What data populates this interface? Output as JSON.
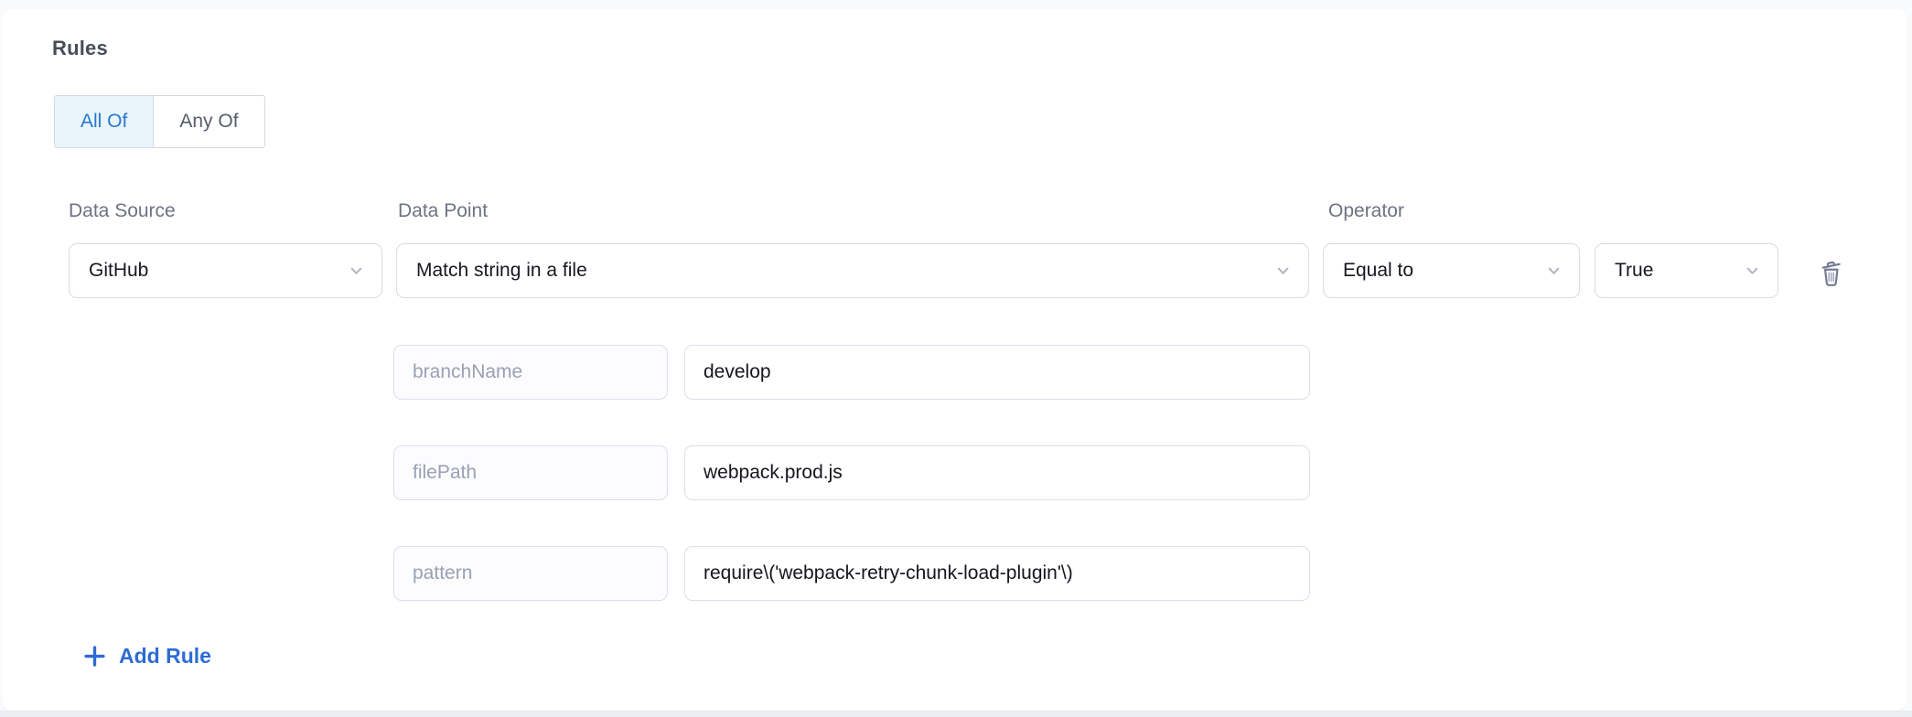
{
  "colors": {
    "accent_blue": "#2d6bd4",
    "selected_segment_bg": "#e9f5fb",
    "selected_segment_text": "#2878d1",
    "field_border": "#d9dbe6",
    "label_text": "#6e7383",
    "muted_key_text": "#9aa0b4",
    "icon_gray": "#747b91"
  },
  "rules_section": {
    "title": "Rules",
    "match_mode": {
      "options": [
        {
          "label": "All Of",
          "selected": true
        },
        {
          "label": "Any Of",
          "selected": false
        }
      ]
    },
    "rule": {
      "data_source": {
        "label": "Data Source",
        "selected": "GitHub"
      },
      "data_point": {
        "label": "Data Point",
        "selected": "Match string in a file"
      },
      "operator": {
        "label": "Operator",
        "selected": "Equal to"
      },
      "comparison_value": {
        "selected": "True"
      },
      "params": [
        {
          "key": "branchName",
          "value": "develop"
        },
        {
          "key": "filePath",
          "value": "webpack.prod.js"
        },
        {
          "key": "pattern",
          "value": "require\\('webpack-retry-chunk-load-plugin'\\)"
        }
      ],
      "delete_icon": "trash-icon"
    },
    "add_rule_label": "Add Rule"
  }
}
